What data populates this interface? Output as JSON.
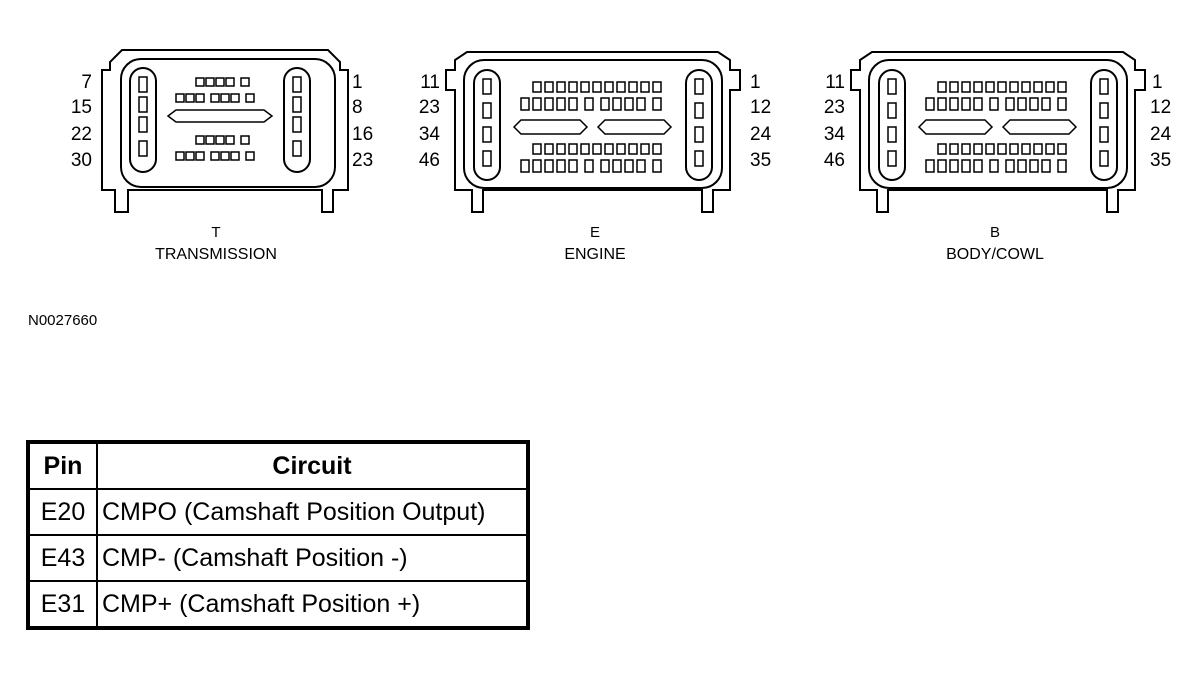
{
  "diagram": {
    "connectors": [
      {
        "letter": "T",
        "name": "TRANSMISSION",
        "left_pins": [
          "7",
          "15",
          "22",
          "30"
        ],
        "right_pins": [
          "1",
          "8",
          "16",
          "23"
        ]
      },
      {
        "letter": "E",
        "name": "ENGINE",
        "left_pins": [
          "11",
          "23",
          "34",
          "46"
        ],
        "right_pins": [
          "1",
          "12",
          "24",
          "35"
        ]
      },
      {
        "letter": "B",
        "name": "BODY/COWL",
        "left_pins": [
          "11",
          "23",
          "34",
          "46"
        ],
        "right_pins": [
          "1",
          "12",
          "24",
          "35"
        ]
      }
    ]
  },
  "figure_id": "N0027660",
  "table": {
    "headers": [
      "Pin",
      "Circuit"
    ],
    "rows": [
      {
        "pin": "E20",
        "circuit": "CMPO (Camshaft Position Output)"
      },
      {
        "pin": "E43",
        "circuit": "CMP- (Camshaft Position -)"
      },
      {
        "pin": "E31",
        "circuit": "CMP+ (Camshaft Position +)"
      }
    ]
  }
}
